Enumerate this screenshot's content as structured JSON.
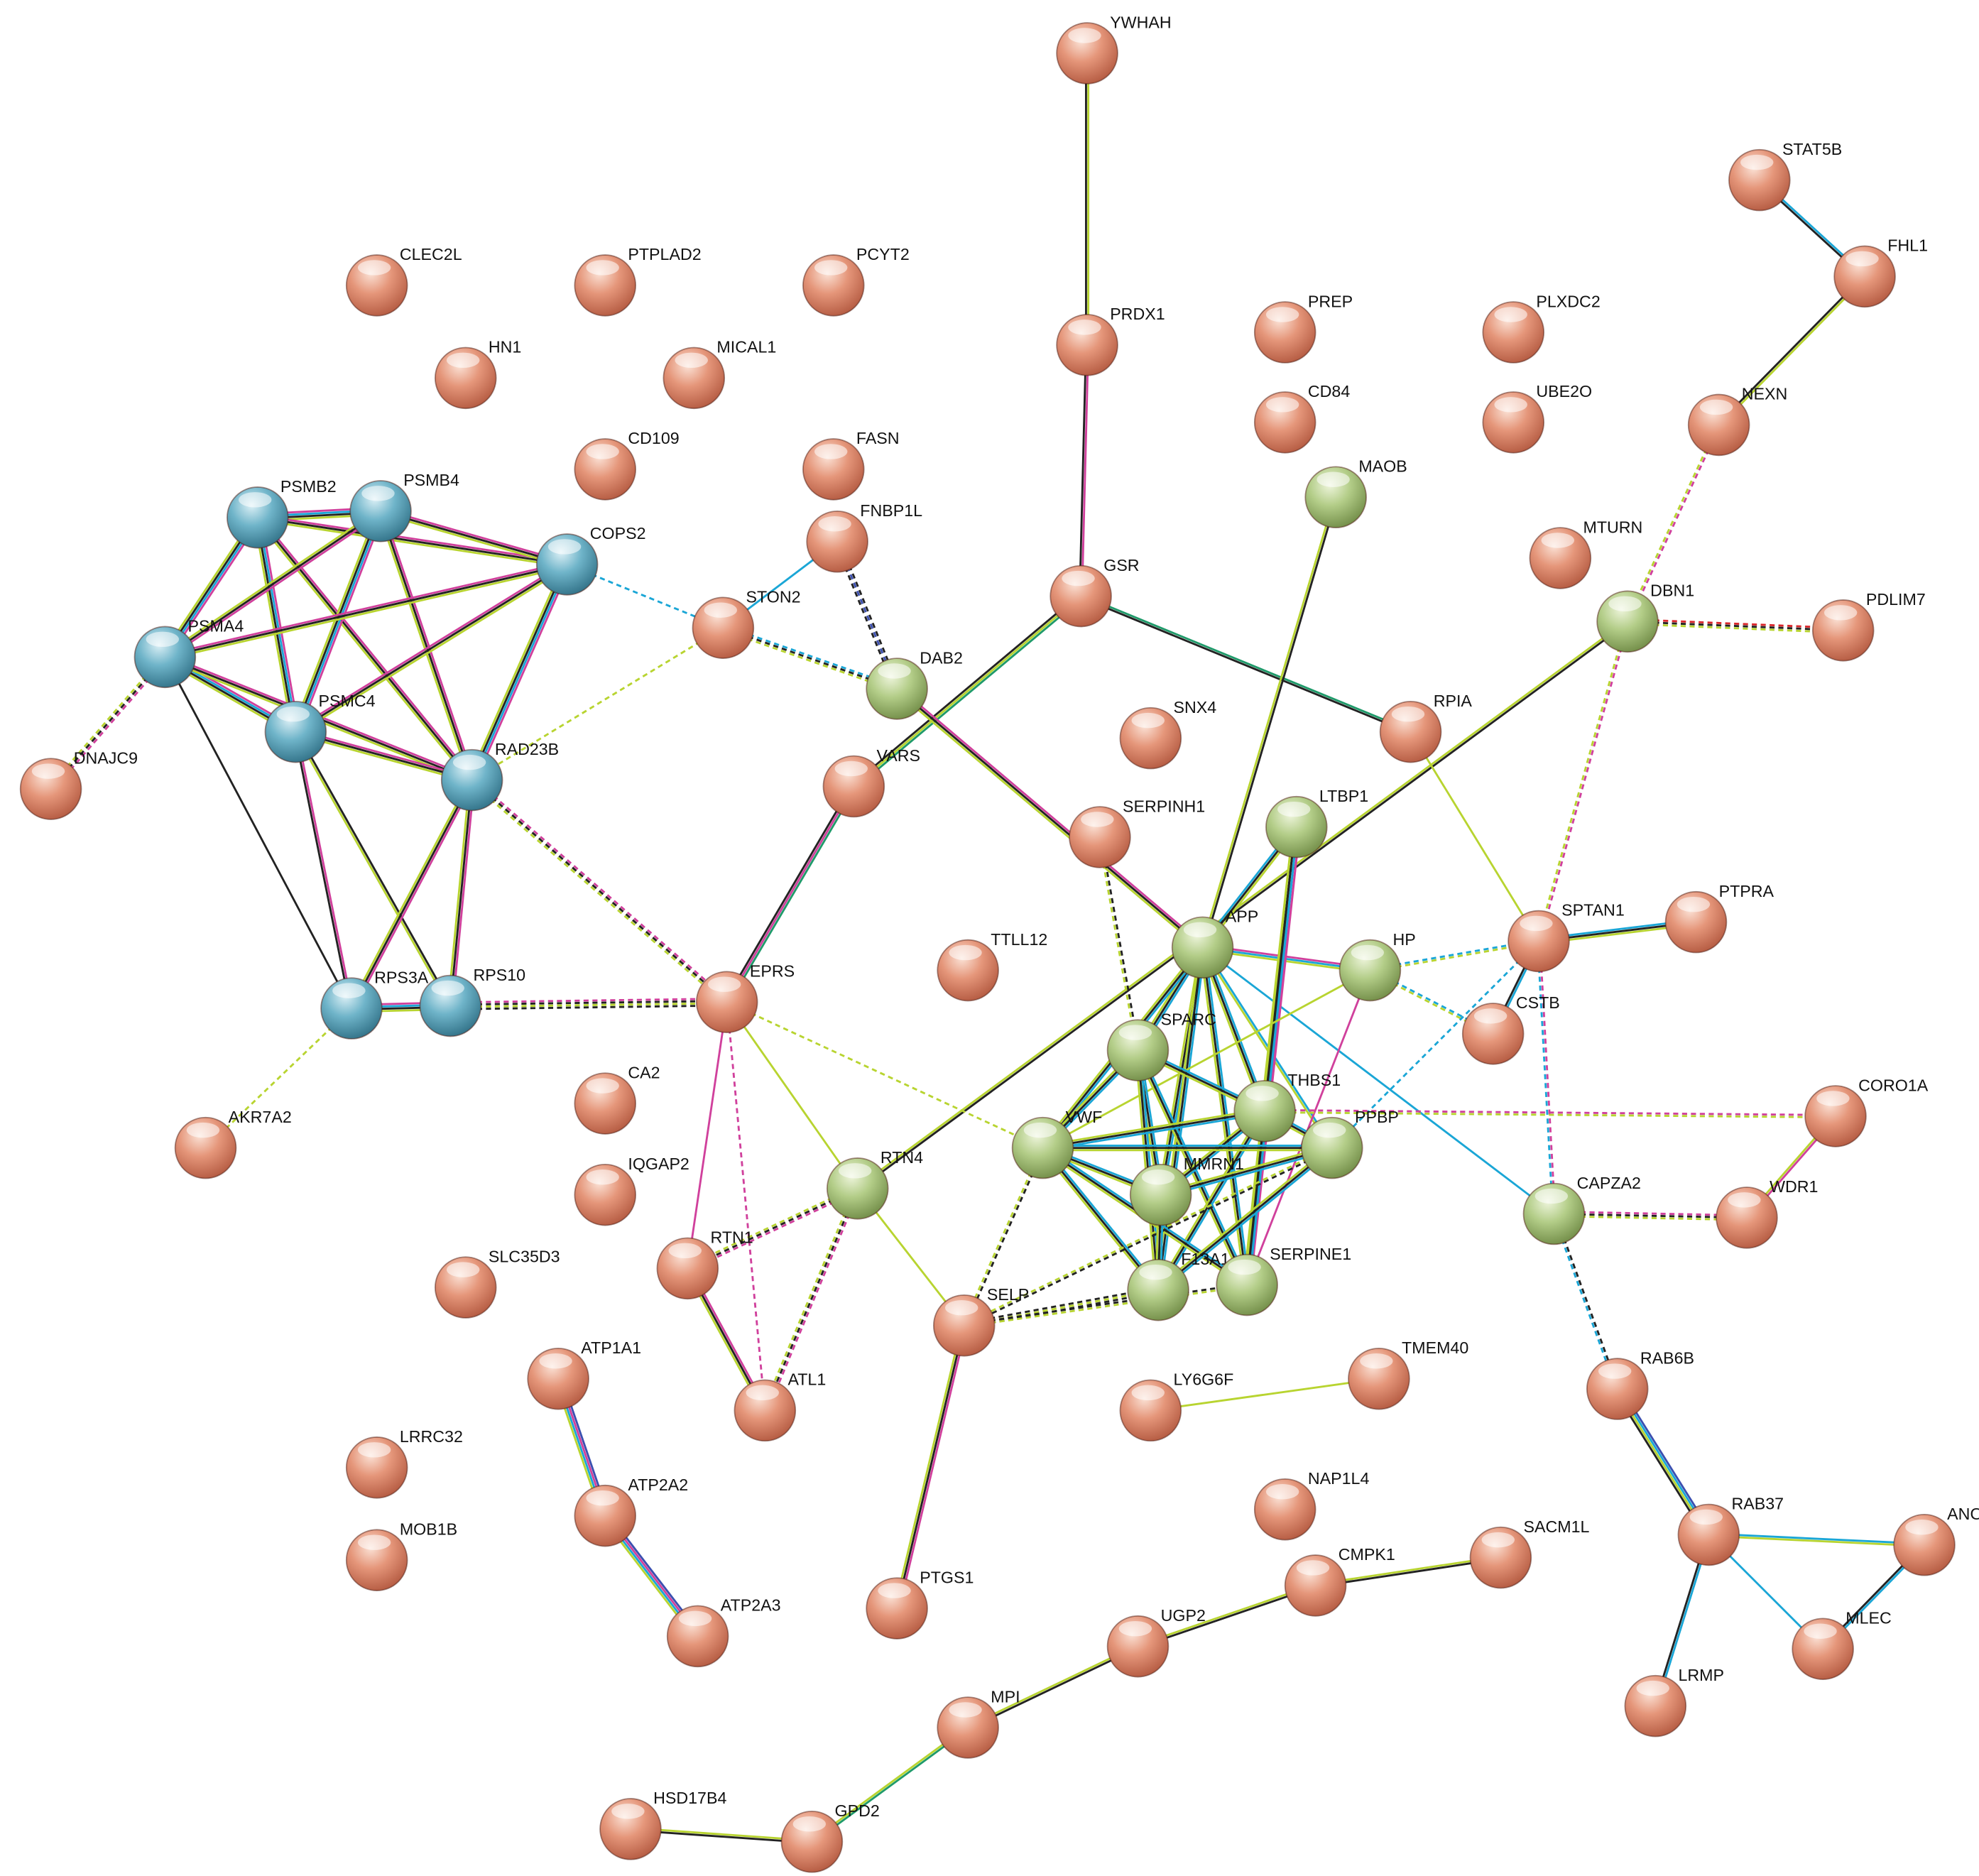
{
  "title": "Protein-protein interaction network",
  "colors": {
    "cluster_blue": "#5aa9c2",
    "cluster_green": "#a9c47a",
    "cluster_red": "#e08a6e",
    "edge": {
      "k": "#222222",
      "y": "#b8d430",
      "p": "#d0409c",
      "c": "#1aa6d6",
      "g": "#1f9a6a",
      "b": "#3b4fb0",
      "r": "#d9262b"
    }
  },
  "nodes": [
    {
      "id": "YWHAH",
      "group": "red"
    },
    {
      "id": "STAT5B",
      "group": "red"
    },
    {
      "id": "CLEC2L",
      "group": "red"
    },
    {
      "id": "PTPLAD2",
      "group": "red"
    },
    {
      "id": "PCYT2",
      "group": "red"
    },
    {
      "id": "FHL1",
      "group": "red"
    },
    {
      "id": "PREP",
      "group": "red"
    },
    {
      "id": "PLXDC2",
      "group": "red"
    },
    {
      "id": "PRDX1",
      "group": "red"
    },
    {
      "id": "HN1",
      "group": "red"
    },
    {
      "id": "MICAL1",
      "group": "red"
    },
    {
      "id": "CD84",
      "group": "red"
    },
    {
      "id": "UBE2O",
      "group": "red"
    },
    {
      "id": "NEXN",
      "group": "red"
    },
    {
      "id": "CD109",
      "group": "red"
    },
    {
      "id": "FASN",
      "group": "red"
    },
    {
      "id": "MAOB",
      "group": "green"
    },
    {
      "id": "PSMB2",
      "group": "blue"
    },
    {
      "id": "PSMB4",
      "group": "blue"
    },
    {
      "id": "COPS2",
      "group": "blue"
    },
    {
      "id": "FNBP1L",
      "group": "red"
    },
    {
      "id": "MTURN",
      "group": "red"
    },
    {
      "id": "GSR",
      "group": "red"
    },
    {
      "id": "STON2",
      "group": "red"
    },
    {
      "id": "DBN1",
      "group": "green"
    },
    {
      "id": "PDLIM7",
      "group": "red"
    },
    {
      "id": "PSMA4",
      "group": "blue"
    },
    {
      "id": "DAB2",
      "group": "green"
    },
    {
      "id": "PSMC4",
      "group": "blue"
    },
    {
      "id": "RPIA",
      "group": "red"
    },
    {
      "id": "SNX4",
      "group": "red"
    },
    {
      "id": "RAD23B",
      "group": "blue"
    },
    {
      "id": "DNAJC9",
      "group": "red"
    },
    {
      "id": "VARS",
      "group": "red"
    },
    {
      "id": "LTBP1",
      "group": "green"
    },
    {
      "id": "SERPINH1",
      "group": "red"
    },
    {
      "id": "PTPRA",
      "group": "red"
    },
    {
      "id": "APP",
      "group": "green"
    },
    {
      "id": "SPTAN1",
      "group": "red"
    },
    {
      "id": "TTLL12",
      "group": "red"
    },
    {
      "id": "HP",
      "group": "green"
    },
    {
      "id": "RPS3A",
      "group": "blue"
    },
    {
      "id": "RPS10",
      "group": "blue"
    },
    {
      "id": "EPRS",
      "group": "red"
    },
    {
      "id": "CSTB",
      "group": "red"
    },
    {
      "id": "SPARC",
      "group": "green"
    },
    {
      "id": "CA2",
      "group": "red"
    },
    {
      "id": "THBS1",
      "group": "green"
    },
    {
      "id": "CORO1A",
      "group": "red"
    },
    {
      "id": "AKR7A2",
      "group": "red"
    },
    {
      "id": "VWF",
      "group": "green"
    },
    {
      "id": "PPBP",
      "group": "green"
    },
    {
      "id": "RTN4",
      "group": "green"
    },
    {
      "id": "IQGAP2",
      "group": "red"
    },
    {
      "id": "MMRN1",
      "group": "green"
    },
    {
      "id": "CAPZA2",
      "group": "green"
    },
    {
      "id": "WDR1",
      "group": "red"
    },
    {
      "id": "RTN1",
      "group": "red"
    },
    {
      "id": "SLC35D3",
      "group": "red"
    },
    {
      "id": "F13A1",
      "group": "green"
    },
    {
      "id": "SERPINE1",
      "group": "green"
    },
    {
      "id": "SELP",
      "group": "red"
    },
    {
      "id": "ATP1A1",
      "group": "red"
    },
    {
      "id": "TMEM40",
      "group": "red"
    },
    {
      "id": "LY6G6F",
      "group": "red"
    },
    {
      "id": "RAB6B",
      "group": "red"
    },
    {
      "id": "ATL1",
      "group": "red"
    },
    {
      "id": "LRRC32",
      "group": "red"
    },
    {
      "id": "ATP2A2",
      "group": "red"
    },
    {
      "id": "NAP1L4",
      "group": "red"
    },
    {
      "id": "MOB1B",
      "group": "red"
    },
    {
      "id": "RAB37",
      "group": "red"
    },
    {
      "id": "ANO6",
      "group": "red"
    },
    {
      "id": "SACM1L",
      "group": "red"
    },
    {
      "id": "CMPK1",
      "group": "red"
    },
    {
      "id": "PTGS1",
      "group": "red"
    },
    {
      "id": "UGP2",
      "group": "red"
    },
    {
      "id": "ATP2A3",
      "group": "red"
    },
    {
      "id": "MLEC",
      "group": "red"
    },
    {
      "id": "LRMP",
      "group": "red"
    },
    {
      "id": "MPI",
      "group": "red"
    },
    {
      "id": "HSD17B4",
      "group": "red"
    },
    {
      "id": "GPD2",
      "group": "red"
    }
  ],
  "edges": [
    [
      "YWHAH",
      "PRDX1",
      "yk",
      0
    ],
    [
      "PRDX1",
      "GSR",
      "pk",
      0
    ],
    [
      "STAT5B",
      "FHL1",
      "ck",
      0
    ],
    [
      "FHL1",
      "NEXN",
      "yk",
      0
    ],
    [
      "NEXN",
      "DBN1",
      "py",
      1
    ],
    [
      "DBN1",
      "PDLIM7",
      "rky",
      1
    ],
    [
      "DBN1",
      "RTN4",
      "ky",
      0
    ],
    [
      "DBN1",
      "SPTAN1",
      "py",
      1
    ],
    [
      "GSR",
      "RPIA",
      "gk",
      0
    ],
    [
      "GSR",
      "VARS",
      "gyk",
      0
    ],
    [
      "VARS",
      "EPRS",
      "gpk",
      0
    ],
    [
      "MAOB",
      "APP",
      "ky",
      0
    ],
    [
      "RPIA",
      "SPTAN1",
      "y",
      0
    ],
    [
      "DAB2",
      "APP",
      "pky",
      0
    ],
    [
      "SERPINH1",
      "SPARC",
      "ky",
      1
    ],
    [
      "FNBP1L",
      "DAB2",
      "kbk",
      1
    ],
    [
      "STON2",
      "DAB2",
      "cky",
      1
    ],
    [
      "STON2",
      "FNBP1L",
      "c",
      0
    ],
    [
      "STON2",
      "RAD23B",
      "y",
      1
    ],
    [
      "COPS2",
      "STON2",
      "c",
      1
    ],
    [
      "PSMB2",
      "PSMB4",
      "pcky",
      0
    ],
    [
      "PSMB2",
      "PSMA4",
      "pcky",
      0
    ],
    [
      "PSMB2",
      "PSMC4",
      "pcky",
      0
    ],
    [
      "PSMB2",
      "COPS2",
      "pky",
      0
    ],
    [
      "PSMB2",
      "RAD23B",
      "pky",
      0
    ],
    [
      "PSMB4",
      "PSMA4",
      "pky",
      0
    ],
    [
      "PSMB4",
      "PSMC4",
      "pcky",
      0
    ],
    [
      "PSMB4",
      "COPS2",
      "pky",
      0
    ],
    [
      "PSMB4",
      "RAD23B",
      "pky",
      0
    ],
    [
      "PSMA4",
      "PSMC4",
      "pcky",
      0
    ],
    [
      "PSMA4",
      "COPS2",
      "pky",
      0
    ],
    [
      "PSMA4",
      "RAD23B",
      "pky",
      0
    ],
    [
      "PSMA4",
      "RPS3A",
      "k",
      0
    ],
    [
      "PSMC4",
      "RAD23B",
      "pky",
      0
    ],
    [
      "PSMC4",
      "COPS2",
      "pky",
      0
    ],
    [
      "PSMC4",
      "RPS3A",
      "pk",
      0
    ],
    [
      "PSMC4",
      "RPS10",
      "ky",
      0
    ],
    [
      "COPS2",
      "RAD23B",
      "pcky",
      0
    ],
    [
      "RAD23B",
      "RPS3A",
      "pky",
      0
    ],
    [
      "RAD23B",
      "RPS10",
      "pky",
      0
    ],
    [
      "RPS3A",
      "RPS10",
      "pcky",
      0
    ],
    [
      "PSMA4",
      "DNAJC9",
      "pky",
      1
    ],
    [
      "RPS3A",
      "AKR7A2",
      "y",
      1
    ],
    [
      "RPS10",
      "EPRS",
      "pkyk",
      1
    ],
    [
      "RAD23B",
      "EPRS",
      "pky",
      1
    ],
    [
      "EPRS",
      "RTN1",
      "p",
      0
    ],
    [
      "EPRS",
      "RTN4",
      "y",
      0
    ],
    [
      "EPRS",
      "ATL1",
      "p",
      1
    ],
    [
      "EPRS",
      "VWF",
      "y",
      1
    ],
    [
      "RTN4",
      "RTN1",
      "pky",
      1
    ],
    [
      "RTN4",
      "ATL1",
      "pky",
      1
    ],
    [
      "RTN1",
      "ATL1",
      "pky",
      0
    ],
    [
      "RTN4",
      "SELP",
      "y",
      0
    ],
    [
      "APP",
      "LTBP1",
      "cky",
      0
    ],
    [
      "APP",
      "HP",
      "pcy",
      0
    ],
    [
      "APP",
      "SPARC",
      "cky",
      0
    ],
    [
      "APP",
      "THBS1",
      "cky",
      0
    ],
    [
      "APP",
      "VWF",
      "cky",
      0
    ],
    [
      "APP",
      "MMRN1",
      "cky",
      0
    ],
    [
      "APP",
      "F13A1",
      "cky",
      0
    ],
    [
      "APP",
      "SERPINE1",
      "cky",
      0
    ],
    [
      "APP",
      "PPBP",
      "cy",
      0
    ],
    [
      "APP",
      "CAPZA2",
      "c",
      0
    ],
    [
      "LTBP1",
      "THBS1",
      "pcky",
      0
    ],
    [
      "LTBP1",
      "SERPINE1",
      "pcky",
      0
    ],
    [
      "HP",
      "SPTAN1",
      "cy",
      1
    ],
    [
      "HP",
      "CSTB",
      "cy",
      1
    ],
    [
      "HP",
      "VWF",
      "y",
      0
    ],
    [
      "HP",
      "SERPINE1",
      "p",
      0
    ],
    [
      "SPTAN1",
      "PTPRA",
      "cky",
      0
    ],
    [
      "SPTAN1",
      "CSTB",
      "ck",
      0
    ],
    [
      "SPTAN1",
      "CAPZA2",
      "pc",
      1
    ],
    [
      "SPTAN1",
      "PPBP",
      "c",
      1
    ],
    [
      "SPARC",
      "THBS1",
      "cky",
      0
    ],
    [
      "SPARC",
      "VWF",
      "cky",
      0
    ],
    [
      "SPARC",
      "MMRN1",
      "cky",
      0
    ],
    [
      "SPARC",
      "F13A1",
      "cky",
      0
    ],
    [
      "SPARC",
      "SERPINE1",
      "cky",
      0
    ],
    [
      "THBS1",
      "VWF",
      "cky",
      0
    ],
    [
      "THBS1",
      "MMRN1",
      "cky",
      0
    ],
    [
      "THBS1",
      "F13A1",
      "cky",
      0
    ],
    [
      "THBS1",
      "SERPINE1",
      "cky",
      0
    ],
    [
      "THBS1",
      "PPBP",
      "cky",
      0
    ],
    [
      "THBS1",
      "CORO1A",
      "py",
      1
    ],
    [
      "VWF",
      "MMRN1",
      "cky",
      0
    ],
    [
      "VWF",
      "F13A1",
      "cky",
      0
    ],
    [
      "VWF",
      "SERPINE1",
      "cky",
      0
    ],
    [
      "VWF",
      "PPBP",
      "cky",
      0
    ],
    [
      "VWF",
      "SELP",
      "ky",
      1
    ],
    [
      "PPBP",
      "MMRN1",
      "cky",
      0
    ],
    [
      "PPBP",
      "F13A1",
      "cky",
      0
    ],
    [
      "PPBP",
      "SELP",
      "ky",
      1
    ],
    [
      "MMRN1",
      "F13A1",
      "cky",
      0
    ],
    [
      "SELP",
      "F13A1",
      "kyk",
      1
    ],
    [
      "SELP",
      "SERPINE1",
      "ky",
      1
    ],
    [
      "SELP",
      "PTGS1",
      "pky",
      0
    ],
    [
      "CORO1A",
      "WDR1",
      "py",
      0
    ],
    [
      "CAPZA2",
      "WDR1",
      "pky",
      1
    ],
    [
      "CAPZA2",
      "RAB6B",
      "kc",
      1
    ],
    [
      "RAB6B",
      "RAB37",
      "bcyk",
      0
    ],
    [
      "RAB37",
      "ANO6",
      "cy",
      0
    ],
    [
      "RAB37",
      "MLEC",
      "c",
      0
    ],
    [
      "RAB37",
      "LRMP",
      "ck",
      0
    ],
    [
      "ANO6",
      "MLEC",
      "ck",
      0
    ],
    [
      "ATP1A1",
      "ATP2A2",
      "bpcy",
      0
    ],
    [
      "ATP2A2",
      "ATP2A3",
      "bpcy",
      0
    ],
    [
      "LY6G6F",
      "TMEM40",
      "y",
      0
    ],
    [
      "SACM1L",
      "CMPK1",
      "ky",
      0
    ],
    [
      "CMPK1",
      "UGP2",
      "ky",
      0
    ],
    [
      "UGP2",
      "MPI",
      "ky",
      0
    ],
    [
      "MPI",
      "GPD2",
      "gy",
      0
    ],
    [
      "GPD2",
      "HSD17B4",
      "ky",
      0
    ]
  ]
}
